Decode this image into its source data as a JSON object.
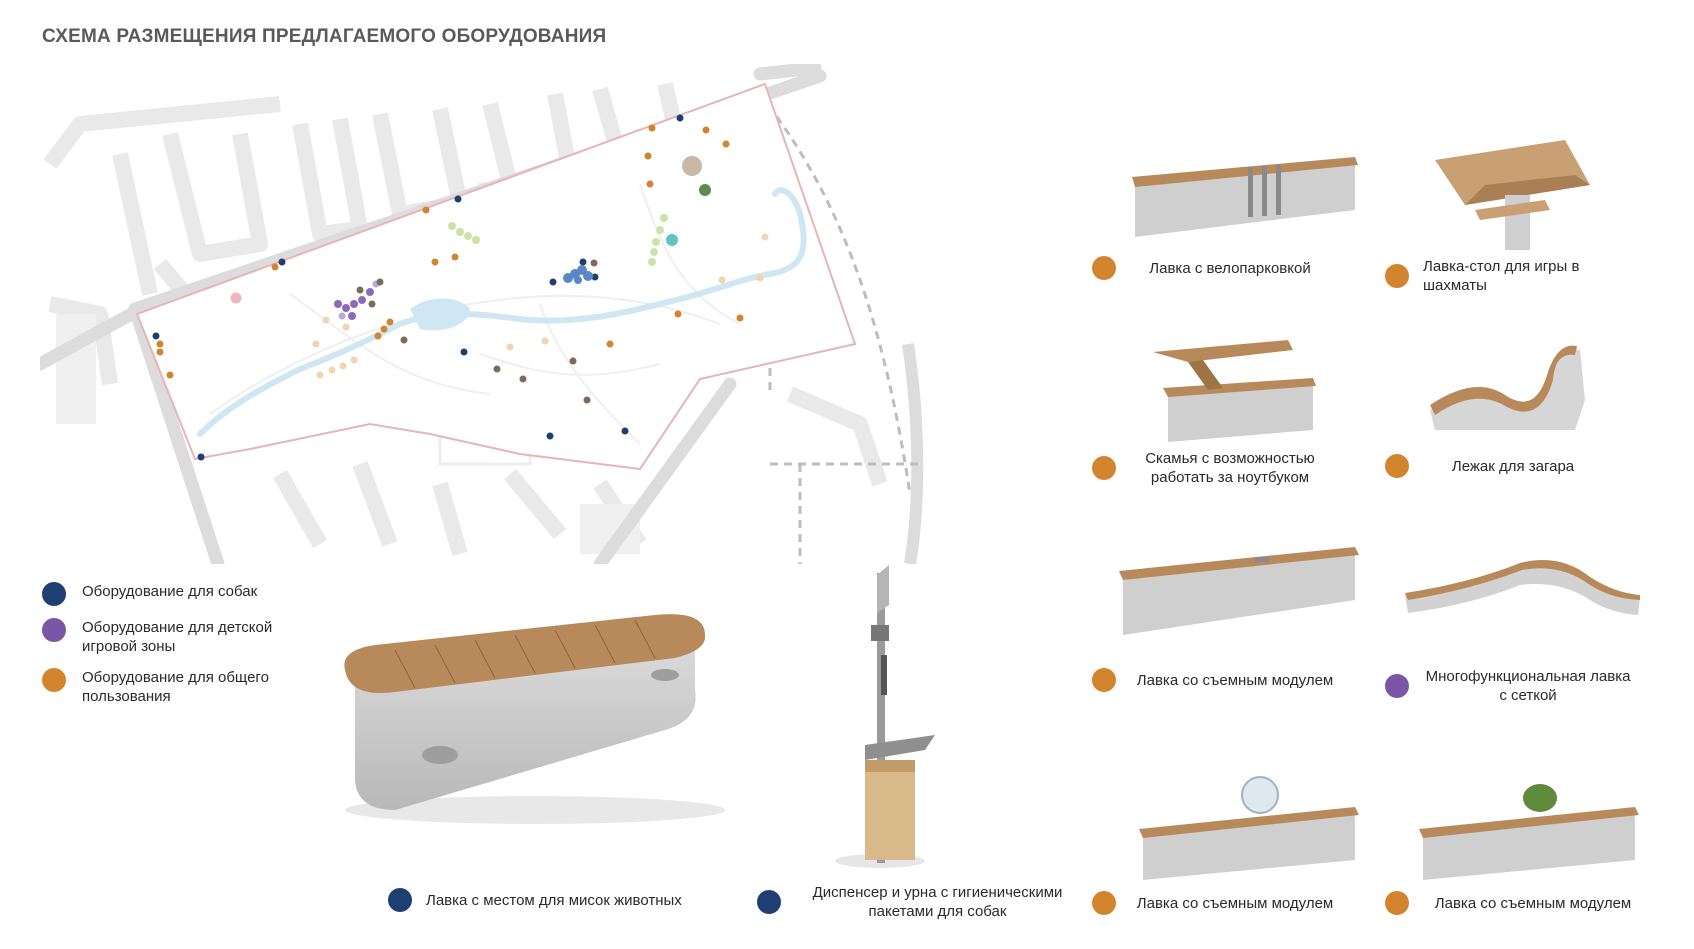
{
  "title": "СХЕМА РАЗМЕЩЕНИЯ ПРЕДЛАГАЕМОГО ОБОРУДОВАНИЯ",
  "colors": {
    "dogs": "#1f3f73",
    "kids": "#7c56a6",
    "general": "#d2842f"
  },
  "legend": [
    {
      "label": "Оборудование для собак",
      "color": "#1f3f73"
    },
    {
      "label": "Оборудование для детской игровой зоны",
      "color": "#7c56a6"
    },
    {
      "label": "Оборудование для общего пользования",
      "color": "#d2842f"
    }
  ],
  "equipment": [
    {
      "label": "Лавка с местом для мисок животных",
      "color": "#1f3f73"
    },
    {
      "label": "Диспенсер и урна с гигиеническими пакетами для собак",
      "color": "#1f3f73"
    },
    {
      "label": "Лавка с велопарковкой",
      "color": "#d2842f"
    },
    {
      "label": "Лавка-стол для игры в шахматы",
      "color": "#d2842f"
    },
    {
      "label": "Скамья с возможностью работать за ноутбуком",
      "color": "#d2842f"
    },
    {
      "label": "Лежак для загара",
      "color": "#d2842f"
    },
    {
      "label": "Лавка со съемным модулем",
      "color": "#d2842f"
    },
    {
      "label": "Многофункциональная лавка с сеткой",
      "color": "#7c56a6"
    },
    {
      "label": "Лавка со съемным модулем",
      "color": "#d2842f"
    },
    {
      "label": "Лавка со съемным модулем",
      "color": "#d2842f"
    }
  ]
}
